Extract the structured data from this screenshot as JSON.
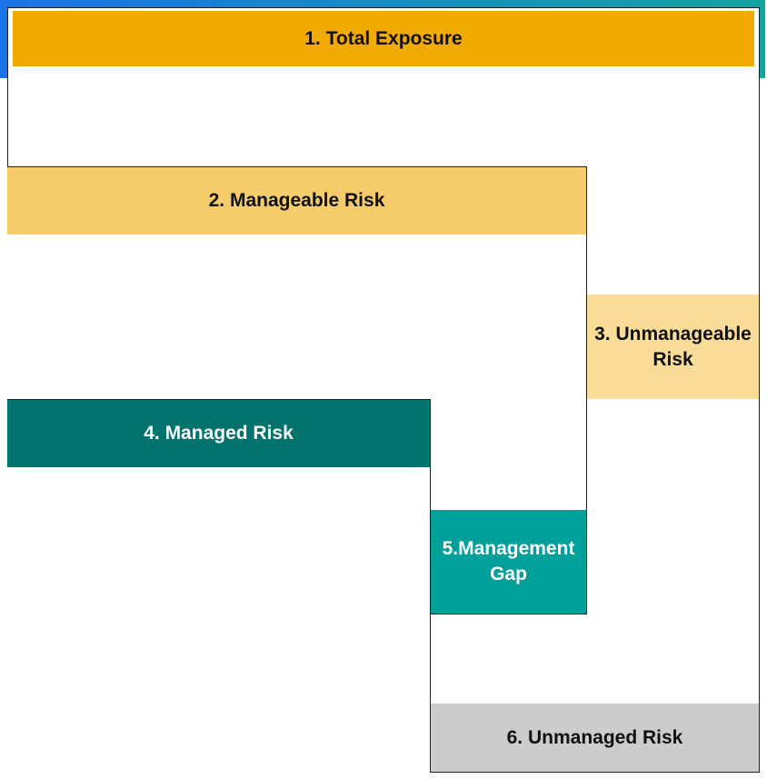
{
  "diagram": {
    "total_exposure": {
      "label": "1. Total Exposure",
      "color": "#F0AA00",
      "text_color": "#111111"
    },
    "manageable_risk": {
      "label": "2. Manageable Risk",
      "color": "#F6CC6A",
      "text_color": "#111111"
    },
    "unmanageable_risk": {
      "label": "3. Unmanageable Risk",
      "color": "#F9DC98",
      "text_color": "#111111"
    },
    "managed_risk": {
      "label": "4. Managed Risk",
      "color": "#00736C",
      "text_color": "#FFFFFF"
    },
    "management_gap": {
      "label": "5.Management Gap",
      "color": "#00A09A",
      "text_color": "#FFFFFF"
    },
    "unmanaged_risk": {
      "label": "6. Unmanaged Risk",
      "color": "#CCCCCC",
      "text_color": "#111111"
    }
  }
}
